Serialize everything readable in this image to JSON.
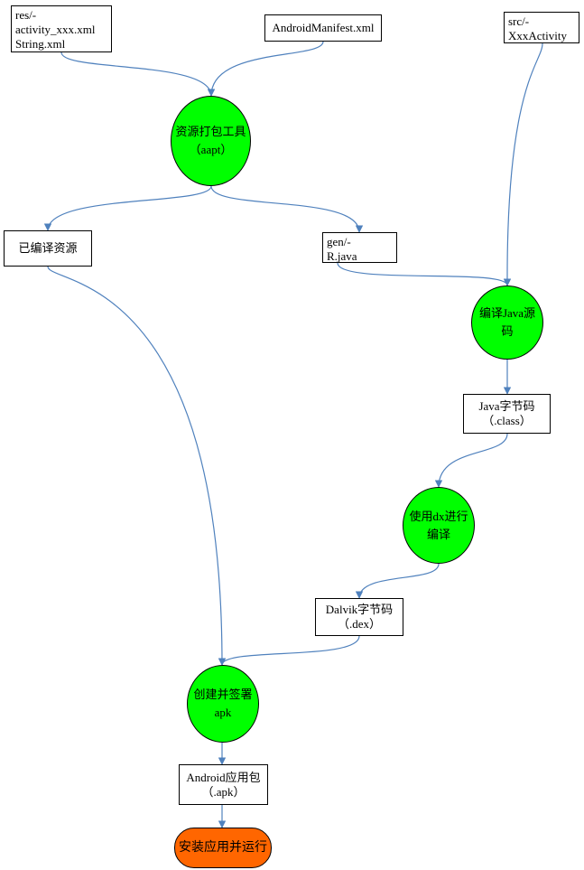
{
  "colors": {
    "connector": "#4f81bd",
    "process_fill": "#00ff00",
    "terminal_fill": "#ff6600",
    "box_border": "#000000"
  },
  "nodes": {
    "res_box": {
      "lines": [
        "res/-",
        "activity_xxx.xml",
        "String.xml"
      ]
    },
    "manifest_box": {
      "lines": [
        "AndroidManifest.xml"
      ]
    },
    "src_box": {
      "lines": [
        "src/-",
        "XxxActivity"
      ]
    },
    "aapt_circle": {
      "lines": [
        "资源打包工具",
        "（aapt）"
      ]
    },
    "compiled_res_box": {
      "lines": [
        "已编译资源"
      ]
    },
    "rjava_box": {
      "lines": [
        "gen/-",
        "R.java"
      ]
    },
    "javac_circle": {
      "lines": [
        "编译Java源",
        "码"
      ]
    },
    "bytecode_box": {
      "lines": [
        "Java字节码",
        "（.class）"
      ]
    },
    "dx_circle": {
      "lines": [
        "使用dx进行",
        "编译"
      ]
    },
    "dex_box": {
      "lines": [
        "Dalvik字节码",
        "（.dex）"
      ]
    },
    "sign_circle": {
      "lines": [
        "创建并签署",
        "apk"
      ]
    },
    "apk_box": {
      "lines": [
        "Android应用包",
        "（.apk）"
      ]
    },
    "install_terminal": {
      "lines": [
        "安装应用并运行"
      ]
    }
  }
}
